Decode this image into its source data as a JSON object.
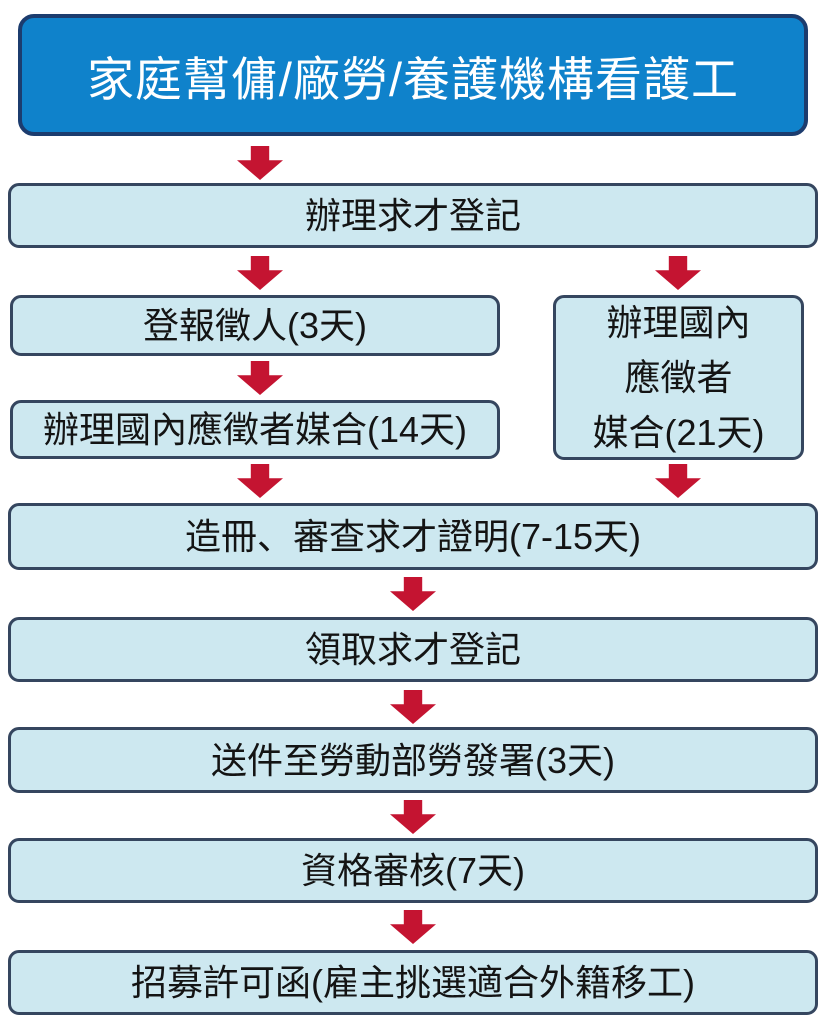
{
  "flowchart": {
    "title": "家庭幫傭/廠勞/養護機構看護工",
    "nodes": {
      "register": "辦理求才登記",
      "advertise": "登報徵人(3天)",
      "domestic_match_14": "辦理國內應徵者媒合(14天)",
      "domestic_match_21": "辦理國內\n應徵者\n媒合(21天)",
      "review_certificate": "造冊、審查求才證明(7-15天)",
      "receive_registration": "領取求才登記",
      "submit_ministry": "送件至勞動部勞發署(3天)",
      "qualification_review": "資格審核(7天)",
      "recruitment_permit": "招募許可函(雇主挑選適合外籍移工)"
    },
    "colors": {
      "title_bg": "#0f82cb",
      "title_border": "#1c3c6e",
      "title_text": "#ffffff",
      "node_bg": "#cde8f0",
      "node_border": "#35465f",
      "node_text": "#141414",
      "arrow": "#c41431",
      "background": "#ffffff"
    }
  }
}
